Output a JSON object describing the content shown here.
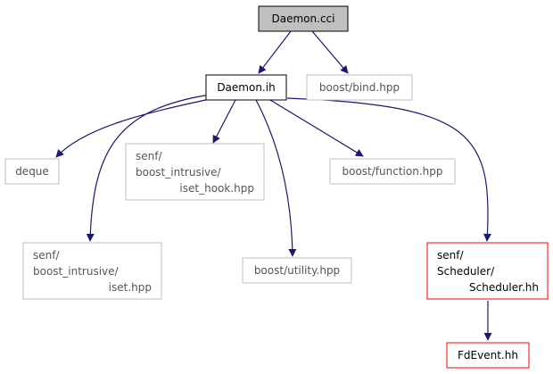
{
  "colors": {
    "edge": "#191970",
    "box_root_fill": "#bfbfbf",
    "box_black": "#000000",
    "box_grey": "#bfbfbf",
    "box_red": "#ff0000",
    "text_dark": "#000000",
    "text_grey": "#555555"
  },
  "nodes": {
    "daemon_cci": {
      "lines": [
        "Daemon.cci"
      ]
    },
    "daemon_ih": {
      "lines": [
        "Daemon.ih"
      ]
    },
    "bind_hpp": {
      "lines": [
        "boost/bind.hpp"
      ]
    },
    "deque": {
      "lines": [
        "deque"
      ]
    },
    "iset_hook": {
      "lines": [
        "senf/",
        "boost_intrusive/",
        "iset_hook.hpp"
      ]
    },
    "function_hpp": {
      "lines": [
        "boost/function.hpp"
      ]
    },
    "iset_hpp": {
      "lines": [
        "senf/",
        "boost_intrusive/",
        "iset.hpp"
      ]
    },
    "utility_hpp": {
      "lines": [
        "boost/utility.hpp"
      ]
    },
    "scheduler_hh": {
      "lines": [
        "senf/",
        "Scheduler/",
        "Scheduler.hh"
      ]
    },
    "fdevent_hh": {
      "lines": [
        "FdEvent.hh"
      ]
    }
  }
}
